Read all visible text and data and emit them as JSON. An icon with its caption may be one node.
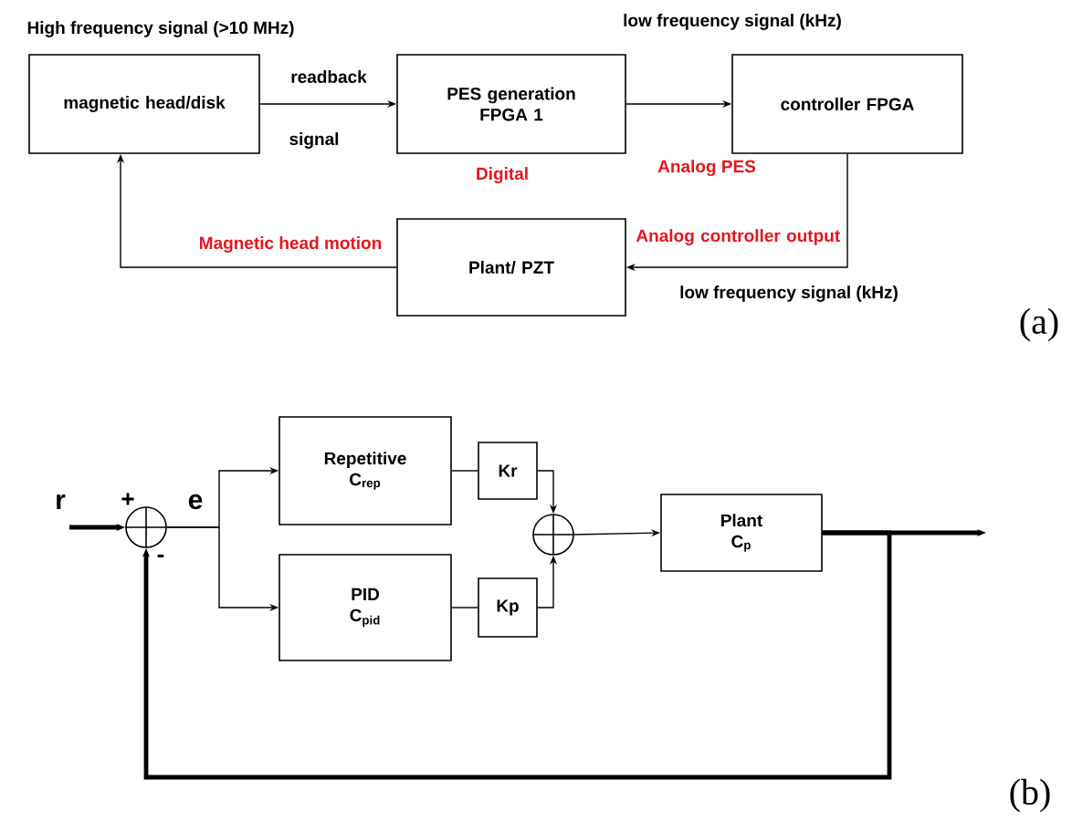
{
  "diagram": {
    "nodes": [
      {
        "text": [
          "magnetic head/disk"
        ]
      },
      {
        "text": [
          "PES generation FPGA 1"
        ]
      },
      {
        "text": [
          "controller FPGA"
        ]
      },
      {
        "text": [
          "Plant/ PZT"
        ]
      },
      {
        "text": [],
        "shape": "circle"
      },
      {
        "text": [
          "Repetitive",
          "C$_{rep}$"
        ]
      },
      {
        "text": [
          "PID",
          "C$_{pid}$"
        ]
      },
      {
        "text": [
          "Kr"
        ]
      },
      {
        "text": [
          "Kp"
        ]
      },
      {
        "text": [],
        "shape": "circle"
      },
      {
        "text": [
          "Plant",
          "C$_{p}$"
        ]
      }
    ],
    "edges": [
      {
        "from": 0,
        "to": 1,
        "arrow": "to"
      },
      {
        "from": 1,
        "to": 2,
        "arrow": "to"
      },
      {
        "from": 2,
        "to": 3,
        "arrow": "to"
      },
      {
        "from": 3,
        "to": 0,
        "arrow": "to"
      },
      {
        "from": null,
        "to": 4,
        "arrow": "to",
        "style": "thick"
      },
      {
        "from": 4,
        "to": 5,
        "arrow": "to"
      },
      {
        "from": 4,
        "to": 6,
        "arrow": "to"
      },
      {
        "from": 5,
        "to": 7,
        "arrow": "none"
      },
      {
        "from": 6,
        "to": 8,
        "arrow": "none"
      },
      {
        "from": 7,
        "to": 9,
        "arrow": "to"
      },
      {
        "from": 8,
        "to": 9,
        "arrow": "to"
      },
      {
        "from": 9,
        "to": 10,
        "arrow": "to"
      },
      {
        "from": 10,
        "to": null,
        "arrow": "to",
        "style": "thick"
      },
      {
        "from": 10,
        "to": 4,
        "arrow": "to",
        "style": "thick"
      }
    ],
    "labels": [
      "High frequency signal (>10 MHz)",
      "low frequency signal (kHz)",
      "readback",
      "signal",
      "Digital",
      "Analog PES",
      "Magnetic head motion",
      "Analog controller output",
      "low frequency signal (kHz)",
      "(a)",
      "r",
      "+",
      "e",
      "-",
      "(b)"
    ]
  }
}
